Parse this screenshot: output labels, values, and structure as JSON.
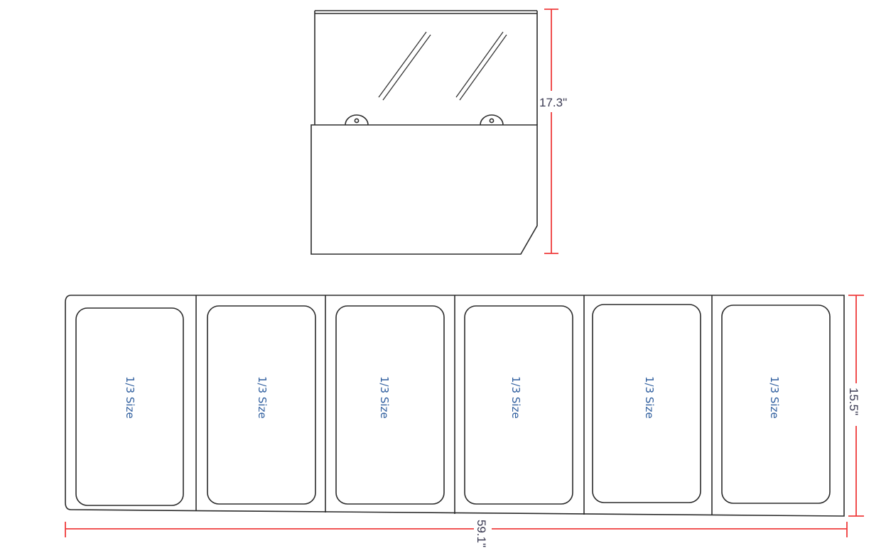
{
  "diagram": {
    "type": "technical-drawing",
    "views": {
      "side_view": {
        "label": "side-elevation",
        "dimension_height": "17.3\""
      },
      "top_view": {
        "label": "top-plan",
        "pans": [
          {
            "label": "1/3 Size"
          },
          {
            "label": "1/3 Size"
          },
          {
            "label": "1/3 Size"
          },
          {
            "label": "1/3 Size"
          },
          {
            "label": "1/3 Size"
          },
          {
            "label": "1/3 Size"
          }
        ],
        "dimension_depth": "15.5\"",
        "dimension_width": "59.1\""
      }
    },
    "colors": {
      "outline": "#2b2b2b",
      "dimension_line": "#ef3b3b",
      "dimension_text": "#3a3a52",
      "pan_label": "#2f5e9e"
    }
  }
}
